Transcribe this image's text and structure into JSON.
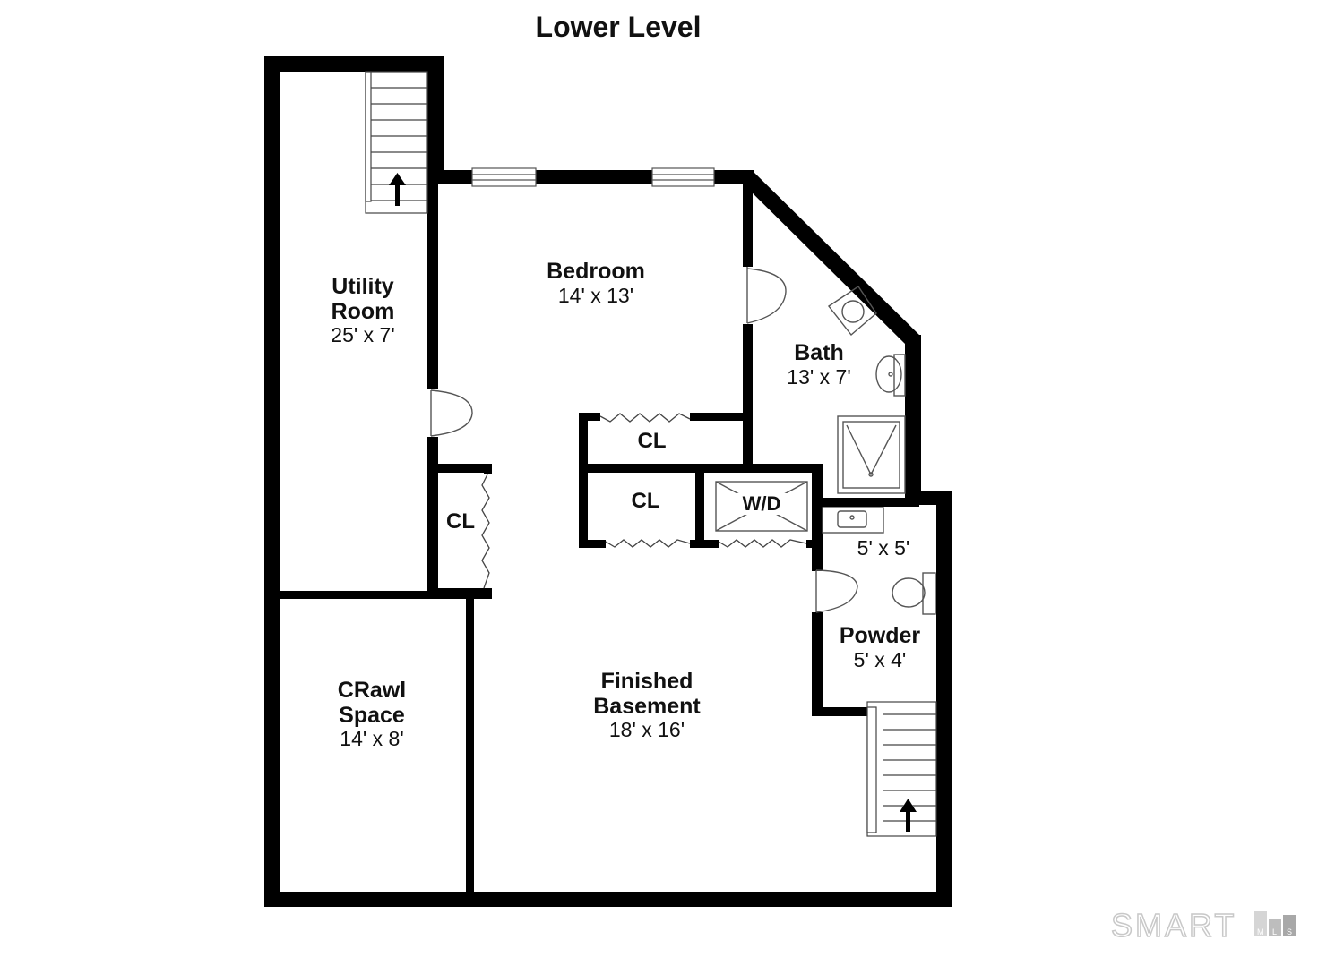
{
  "title": "Lower Level",
  "rooms": [
    {
      "id": "utility",
      "name": "Utility Room",
      "name_lines": [
        "Utility",
        "Room"
      ],
      "dims": "25' x 7'"
    },
    {
      "id": "bedroom",
      "name": "Bedroom",
      "name_lines": [
        "Bedroom"
      ],
      "dims": "14' x 13'"
    },
    {
      "id": "bath",
      "name": "Bath",
      "name_lines": [
        "Bath"
      ],
      "dims": "13' x 7'"
    },
    {
      "id": "crawl",
      "name": "CRawl Space",
      "name_lines": [
        "CRawl",
        "Space"
      ],
      "dims": "14' x 8'"
    },
    {
      "id": "finished",
      "name": "Finished Basement",
      "name_lines": [
        "Finished",
        "Basement"
      ],
      "dims": "18' x 16'"
    },
    {
      "id": "powder",
      "name": "Powder",
      "name_lines": [
        "Powder"
      ],
      "dims": "5' x 4'"
    },
    {
      "id": "laundry-area",
      "name": "",
      "dims": "5' x 5'"
    }
  ],
  "closets": [
    "CL",
    "CL",
    "CL"
  ],
  "appliance": "W/D",
  "icons": [
    "stairs-up-arrow-icon",
    "door-swing-icon",
    "sink-icon",
    "toilet-icon",
    "shower-icon",
    "window-icon"
  ],
  "watermark": {
    "text": "SMART",
    "sub": [
      "M",
      "L",
      "S"
    ]
  },
  "colors": {
    "wall": "#000000",
    "background": "#ffffff",
    "watermark": "#c8c8c8"
  }
}
